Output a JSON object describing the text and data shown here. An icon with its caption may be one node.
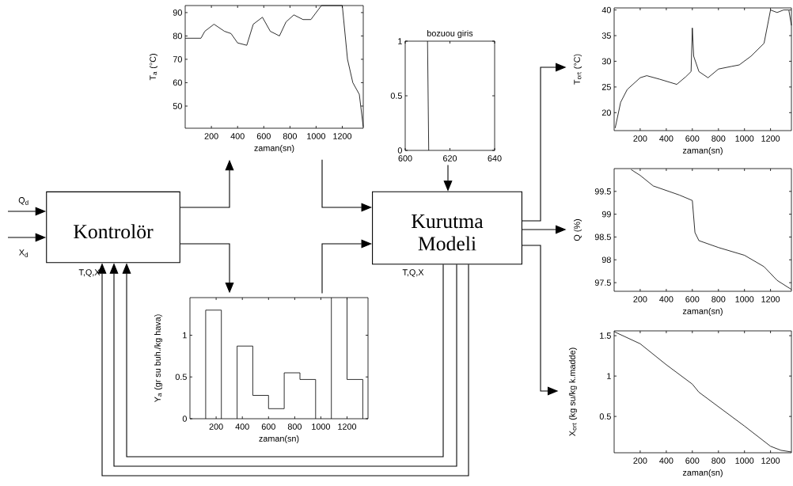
{
  "diagram": {
    "nodes": [
      {
        "text": [
          "Kontrolör"
        ]
      },
      {
        "text": [
          "Kurutma Modeli"
        ]
      },
      {
        "text": [
          "T$_{a}$ (°C)",
          "zaman(sn)",
          "200",
          "400",
          "600",
          "800",
          "1000",
          "1200",
          "90",
          "80",
          "70",
          "60",
          "50"
        ]
      },
      {
        "text": [
          "bozuou giris",
          "600",
          "620",
          "640",
          "1",
          "0.5",
          "0"
        ]
      },
      {
        "text": [
          "Y$_{a}$ (gr su buh./kg hava)",
          "zaman(sn)",
          "200",
          "400",
          "600",
          "800",
          "1000",
          "1200",
          "1",
          "0.5",
          "0"
        ]
      },
      {
        "text": [
          "T$_{ort}$ (°C)",
          "zaman(sn)",
          "200",
          "400",
          "600",
          "800",
          "1000",
          "1200",
          "40",
          "35",
          "30",
          "25",
          "20"
        ]
      },
      {
        "text": [
          "Q (%)",
          "zaman(sn)",
          "200",
          "400",
          "600",
          "800",
          "1000",
          "1200",
          "99.5",
          "99",
          "98.5",
          "98",
          "97.5"
        ]
      },
      {
        "text": [
          "X$_{ort}$ (kg su/kg k.madde)",
          "zaman(sn)",
          "200",
          "400",
          "600",
          "800",
          "1000",
          "1200",
          "1.5",
          "1",
          "0.5"
        ]
      }
    ],
    "edges": [
      {
        "from": null,
        "to": 0,
        "arrow": "to",
        "label": "Q$_{d}$"
      },
      {
        "from": null,
        "to": 0,
        "arrow": "to",
        "label": "X$_{d}$"
      },
      {
        "from": 0,
        "to": 2,
        "arrow": "to"
      },
      {
        "from": 2,
        "to": 1,
        "arrow": "to"
      },
      {
        "from": 0,
        "to": 4,
        "arrow": "to"
      },
      {
        "from": 4,
        "to": 1,
        "arrow": "to"
      },
      {
        "from": 3,
        "to": 1,
        "arrow": "to"
      },
      {
        "from": 1,
        "to": 5,
        "arrow": "to"
      },
      {
        "from": 1,
        "to": 6,
        "arrow": "to"
      },
      {
        "from": 1,
        "to": 7,
        "arrow": "to"
      },
      {
        "from": 1,
        "to": 0,
        "arrow": "to"
      },
      {
        "from": 1,
        "to": 0,
        "arrow": "to"
      },
      {
        "from": 1,
        "to": 0,
        "arrow": "to"
      }
    ],
    "labels": [
      "T,Q,X",
      "T,Q,X"
    ]
  }
}
